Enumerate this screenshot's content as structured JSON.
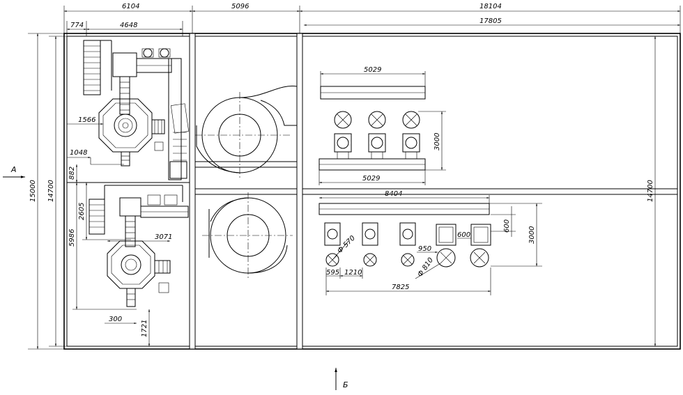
{
  "labels": {
    "view_a": "A",
    "view_b": "Б"
  },
  "dimensions": {
    "total_width_left": "6104",
    "middle_width": "5096",
    "right_width_total": "18104",
    "right_width_inner": "17805",
    "left_offset": "774",
    "left_inner": "4648",
    "overall_height": "15000",
    "inner_height_left": "14700",
    "inner_height_right": "14700",
    "offset_1566": "1566",
    "offset_1048": "1048",
    "offset_882": "882",
    "offset_2605": "2605",
    "offset_5986": "5986",
    "line_width_3071": "3071",
    "offset_300": "300",
    "offset_1721": "1721",
    "conveyor_top": "5029",
    "conveyor_bottom": "5029",
    "upper_block_height": "3000",
    "lower_line_length": "8404",
    "lower_block_height": "3000",
    "lower_600_right": "600",
    "lower_600_mid": "600",
    "dia_570": "Ф 570",
    "dia_810": "Ф 810",
    "dist_950": "950",
    "dist_595": "595",
    "dist_1210": "1210",
    "dist_7825": "7825"
  }
}
